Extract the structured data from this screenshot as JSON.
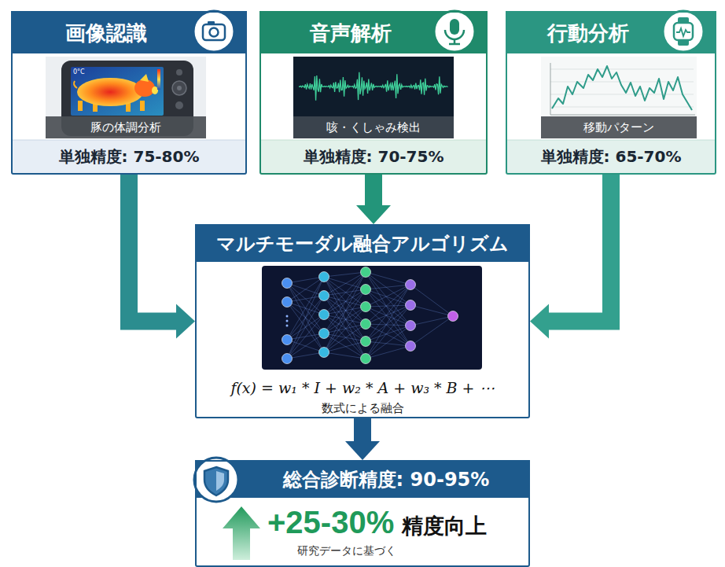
{
  "diagram": {
    "nodes": [
      {
        "text": [
          "画像認識",
          "豚の体調分析",
          "単独精度: 75-80%"
        ]
      },
      {
        "text": [
          "音声解析",
          "咳・くしゃみ検出",
          "単独精度: 70-75%"
        ]
      },
      {
        "text": [
          "行動分析",
          "移動パターン",
          "単独精度: 65-70%"
        ]
      },
      {
        "text": [
          "マルチモーダル融合アルゴリズム",
          "f(x) = w₁ * I + w₂ * A + w₃ * B + ⋯",
          "数式による融合"
        ]
      },
      {
        "text": [
          "総合診断精度: 90-95%",
          "+25-30%",
          "精度向上",
          "研究データに基づく"
        ]
      }
    ],
    "edges": [
      {
        "from": 0,
        "to": 3,
        "arrow": "to"
      },
      {
        "from": 1,
        "to": 3,
        "arrow": "to"
      },
      {
        "from": 2,
        "to": 3,
        "arrow": "to"
      },
      {
        "from": 3,
        "to": 4,
        "arrow": "to"
      }
    ],
    "labels": [
      "0°C"
    ]
  }
}
